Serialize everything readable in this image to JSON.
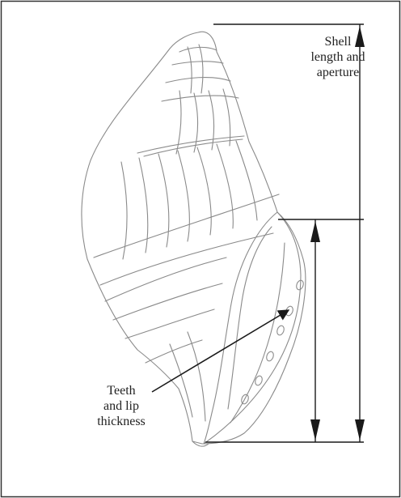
{
  "labels": {
    "shell": [
      "Shell",
      "length and",
      "aperture"
    ],
    "teeth": [
      "Teeth",
      "and lip",
      "thickness"
    ]
  },
  "colors": {
    "frame": "#333333",
    "sketch": "#8a8a8a",
    "ink": "#1a1a1a",
    "background": "#ffffff"
  }
}
